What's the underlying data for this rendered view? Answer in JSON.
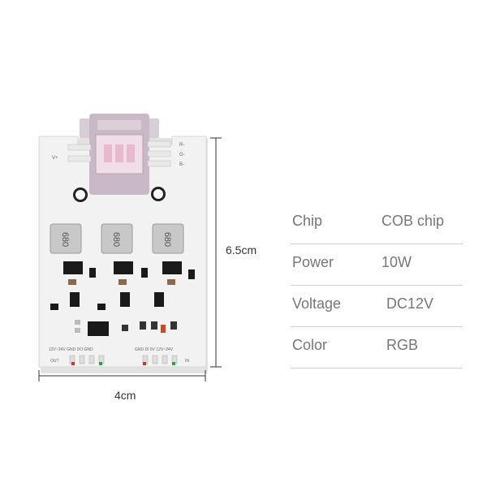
{
  "dimensions": {
    "height_label": "6.5cm",
    "width_label": "4cm"
  },
  "specs": [
    {
      "label": "Chip",
      "value": "COB chip"
    },
    {
      "label": "Power",
      "value": "10W"
    },
    {
      "label": "Voltage",
      "value": "DC12V"
    },
    {
      "label": "Color",
      "value": "RGB"
    }
  ],
  "board": {
    "inductor_marking": "680",
    "silkscreen": {
      "v_plus": "V+",
      "r_minus": "R-",
      "g_minus": "G-",
      "b_minus": "B-",
      "out": "OUT",
      "in": "IN",
      "left_terminals": "12V~24V GND DO GND",
      "right_terminals": "GND DI 5V 12V~24V"
    },
    "colors": {
      "pcb": "#f2f2f2",
      "led_base": "#c9b8c6",
      "led_window": "#f1dde8"
    }
  }
}
